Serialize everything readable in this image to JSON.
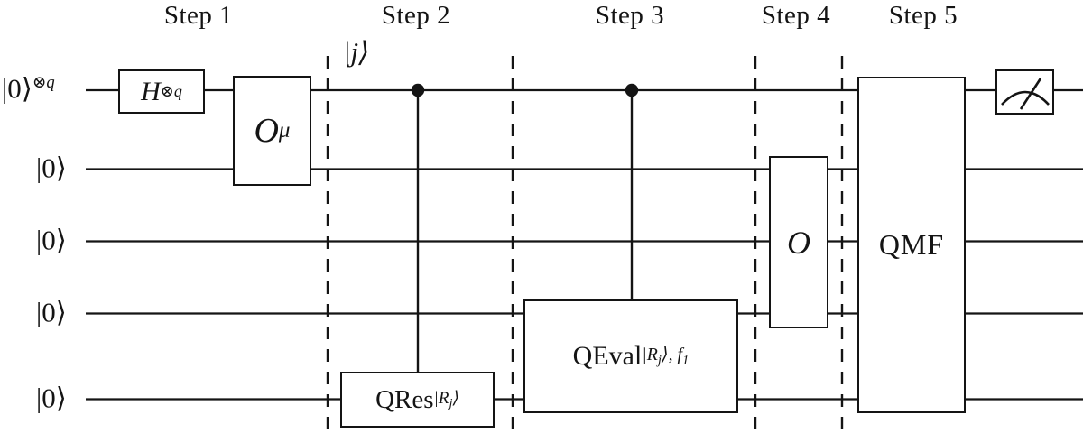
{
  "steps": [
    {
      "label": "Step 1"
    },
    {
      "label": "Step 2"
    },
    {
      "label": "Step 3"
    },
    {
      "label": "Step 4"
    },
    {
      "label": "Step 5"
    }
  ],
  "wires": [
    {
      "label": "|0⟩",
      "sup": "⊗q"
    },
    {
      "label": "|0⟩"
    },
    {
      "label": "|0⟩"
    },
    {
      "label": "|0⟩"
    },
    {
      "label": "|0⟩"
    }
  ],
  "annotations": {
    "j_ket": "|j⟩"
  },
  "gates": {
    "hadamard": {
      "symbol": "H",
      "sup": "⊗q"
    },
    "oracle_mu": {
      "symbol": "O",
      "sub": "μ"
    },
    "qres": {
      "name": "QRes",
      "sub_pre": "|R",
      "sub_index": "j",
      "sub_post": "⟩"
    },
    "qeval": {
      "name": "QEval",
      "sub_pre": "|R",
      "sub_index": "j",
      "sub_post": "⟩, f",
      "sub_f_index": "1"
    },
    "oracle": {
      "symbol": "O"
    },
    "qmf": {
      "name": "QMF"
    },
    "measurement": {
      "icon": "gauge-icon"
    }
  },
  "colors": {
    "ink": "#141414",
    "background": "#ffffff"
  }
}
